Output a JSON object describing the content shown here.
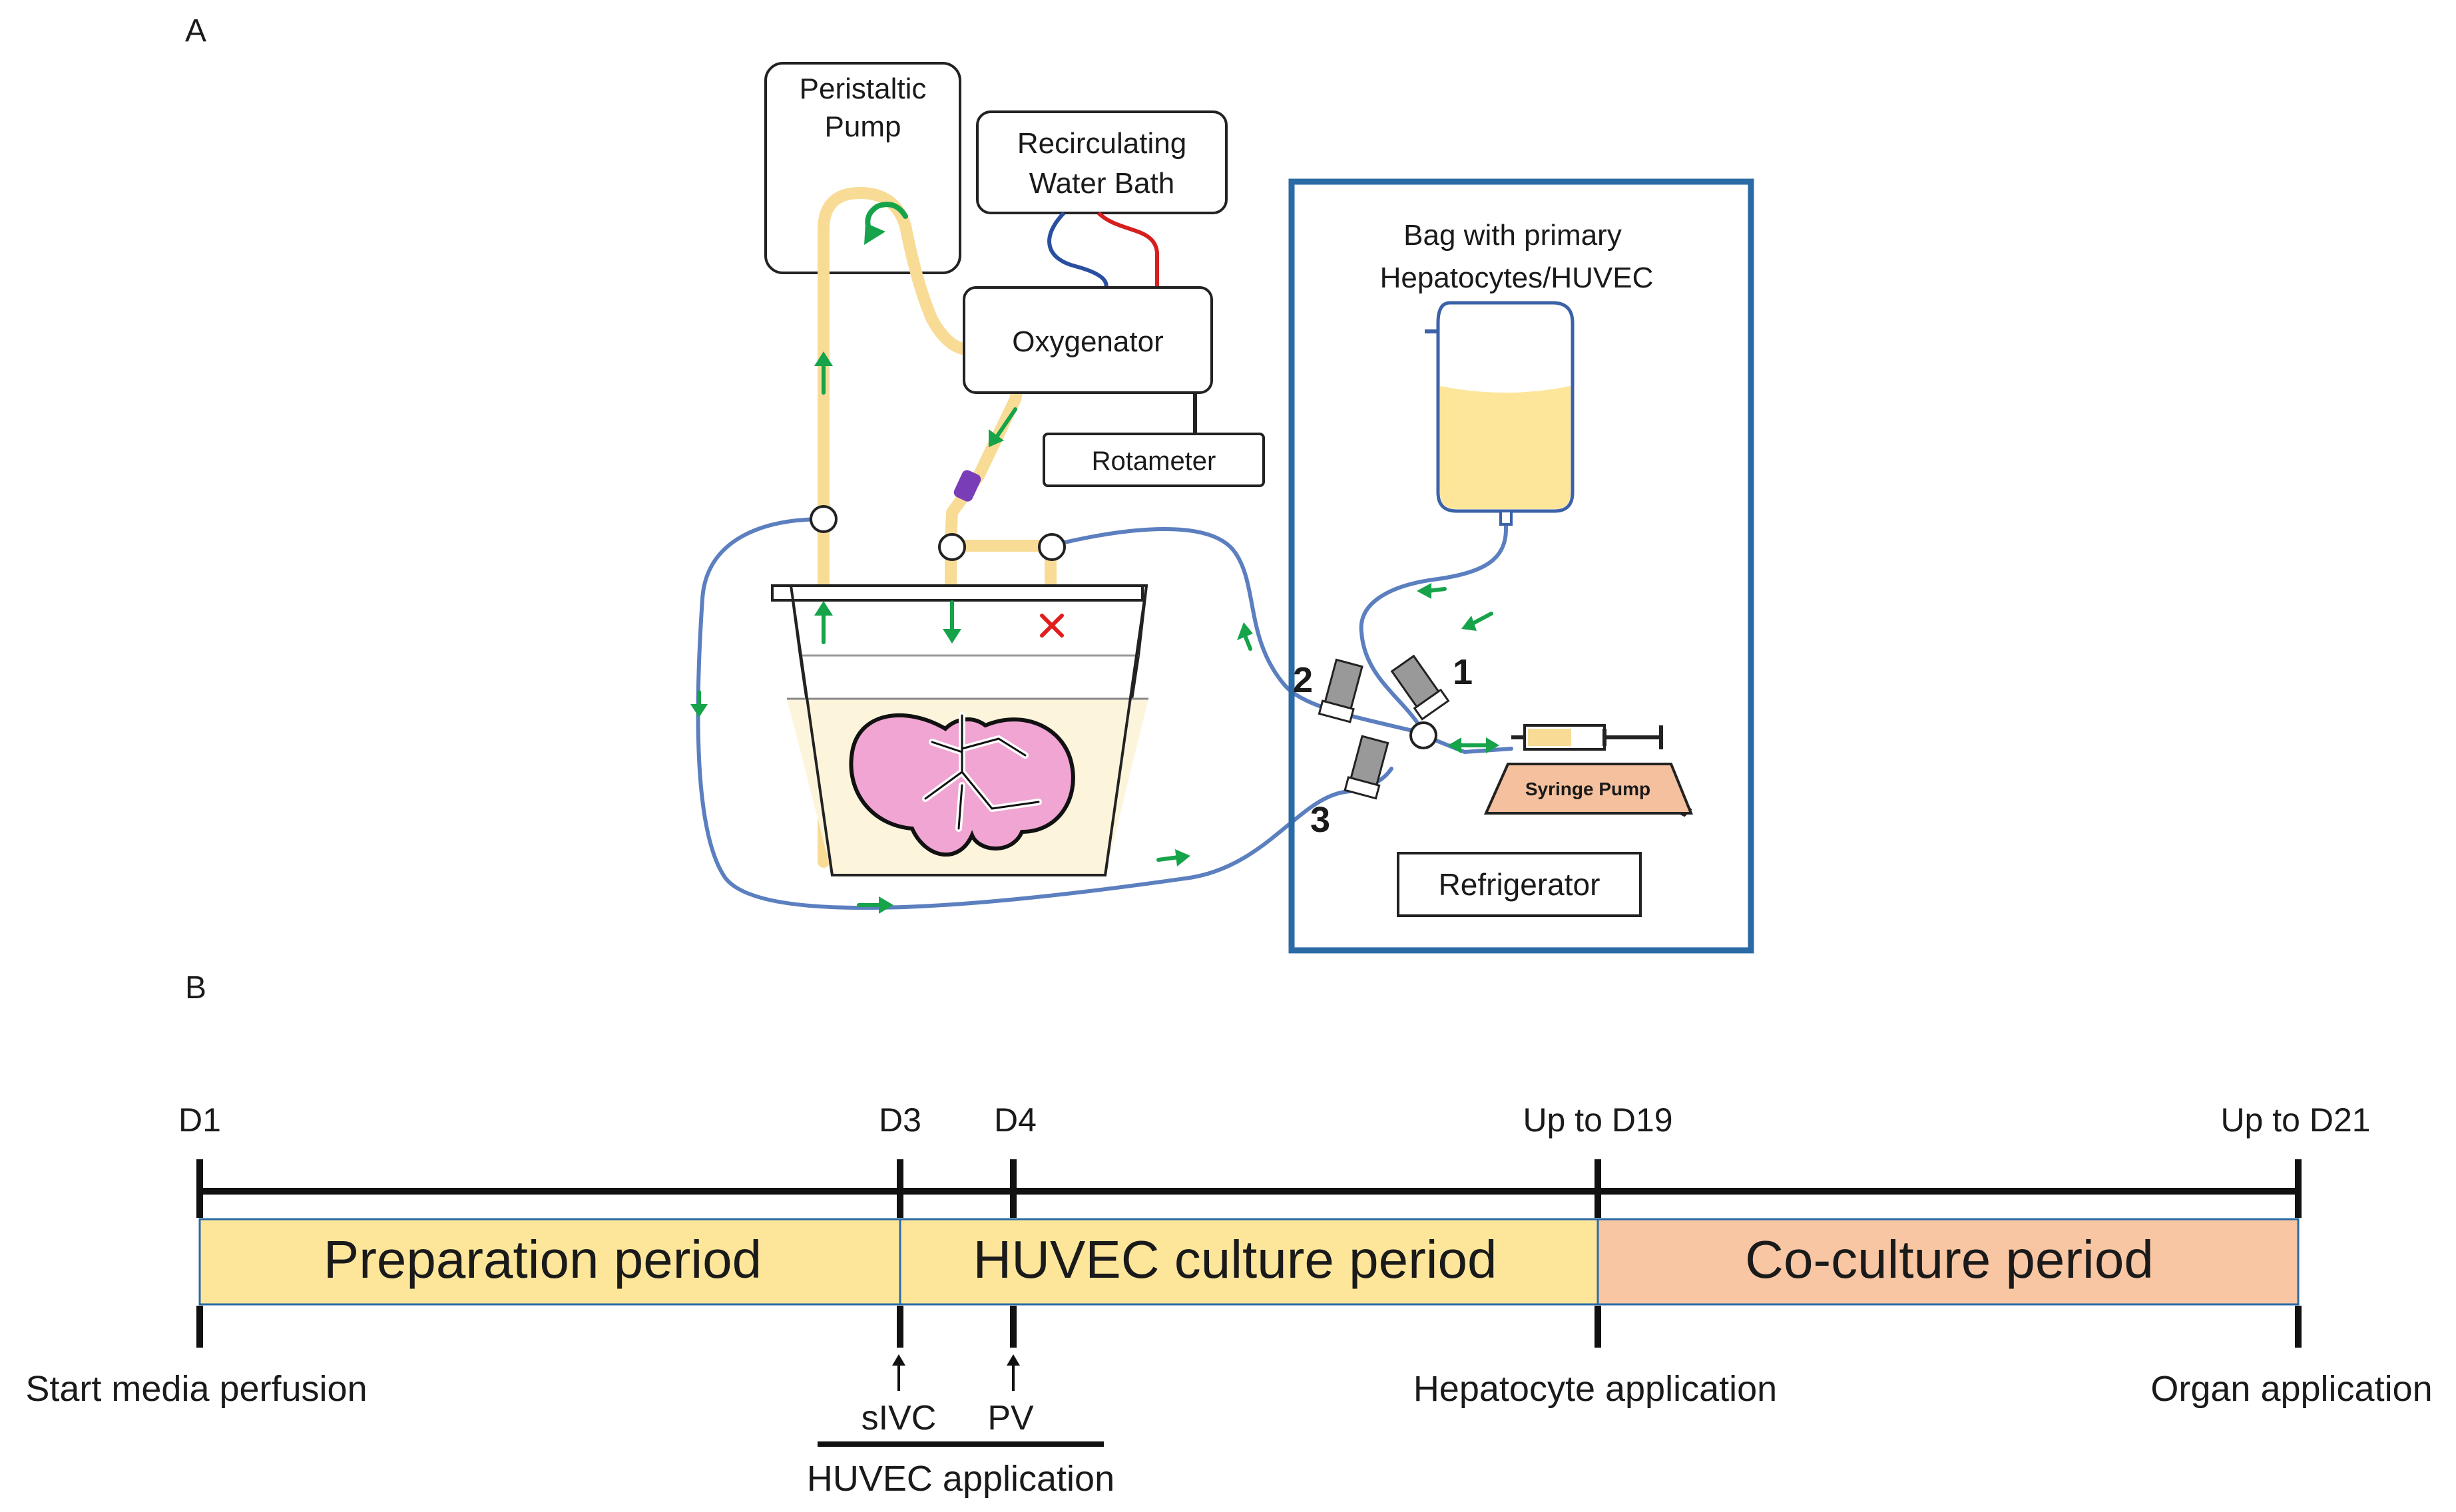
{
  "panel_a": {
    "label": "A",
    "peristaltic_pump": [
      "Peristaltic",
      "Pump"
    ],
    "water_bath": [
      "Recirculating",
      "Water Bath"
    ],
    "oxygenator": "Oxygenator",
    "rotameter": "Rotameter",
    "bag": [
      "Bag with primary",
      "Hepatocytes/HUVEC"
    ],
    "syringe_pump": "Syringe Pump",
    "refrigerator": "Refrigerator",
    "stopcocks": [
      "1",
      "2",
      "3"
    ]
  },
  "panel_b": {
    "label": "B",
    "days": [
      "D1",
      "D3",
      "D4",
      "Up to D19",
      "Up to D21"
    ],
    "periods": [
      "Preparation period",
      "HUVEC culture period",
      "Co-culture period"
    ],
    "events": {
      "start": "Start media perfusion",
      "sivc": "sIVC",
      "pv": "PV",
      "huvec_application": "HUVEC application",
      "hepatocyte": "Hepatocyte application",
      "organ": "Organ application"
    }
  },
  "colors": {
    "tube_yellow": "#f8dc96",
    "tube_blue": "#5b7fbf",
    "arrow_green": "#16a34a",
    "refrigerator_border": "#2a6aa5",
    "period_yellow": "#fde69a",
    "period_salmon": "#f8c6a3",
    "liver_pink": "#f0a5d3",
    "fluid": "#fdf4dc",
    "x_mark": "#e11d1d",
    "syringe_pump": "#f5c09d",
    "stopcock_purple": "#7a3db8"
  }
}
